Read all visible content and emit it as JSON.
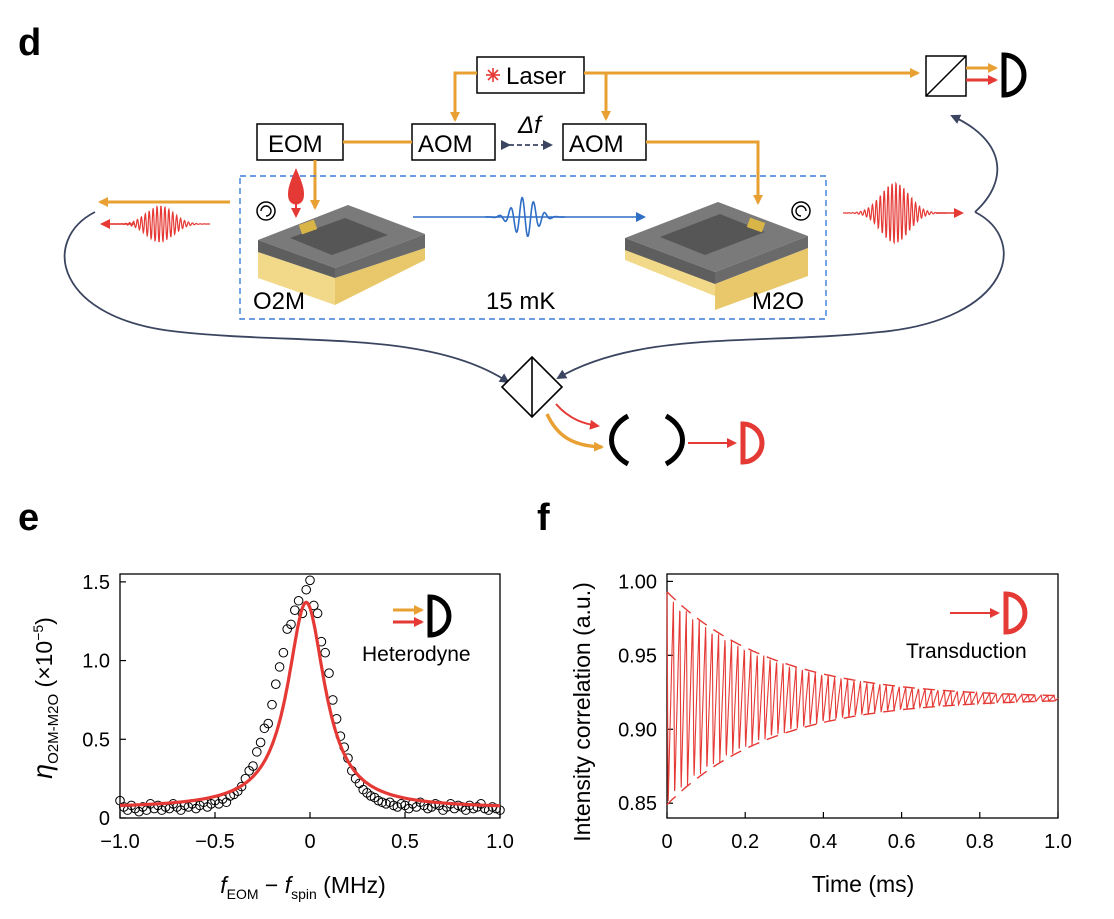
{
  "panel_labels": {
    "d": "d",
    "e": "e",
    "f": "f"
  },
  "diagram": {
    "laser": "Laser",
    "eom": "EOM",
    "aom_left": "AOM",
    "aom_right": "AOM",
    "delta_f": "Δf",
    "o2m": "O2M",
    "temperature": "15 mK",
    "m2o": "M2O"
  },
  "colors": {
    "orange": "#E8A033",
    "red": "#E53935",
    "blue": "#2F6EC5",
    "dark": "#3B4560",
    "chip_top": "#6E6E6E",
    "chip_side": "#F2D98A"
  },
  "chart_data": [
    {
      "type": "scatter",
      "panel": "e",
      "xlabel_main": "f",
      "xlabel_sub1": "EOM",
      "xlabel_mid": " − ",
      "xlabel_main2": "f",
      "xlabel_sub2": "spin",
      "xlabel_unit": " (MHz)",
      "ylabel_main": "η",
      "ylabel_sub": "O2M-M2O",
      "ylabel_unit": " (×10",
      "ylabel_exp": "−5",
      "ylabel_close": ")",
      "legend_label": "Heterodyne",
      "xlim": [
        -1.0,
        1.0
      ],
      "ylim": [
        0,
        1.55
      ],
      "xticks": [
        "−1.0",
        "−0.5",
        "0",
        "0.5",
        "1.0"
      ],
      "xtick_values": [
        -1.0,
        -0.5,
        0,
        0.5,
        1.0
      ],
      "yticks": [
        "0",
        "0.5",
        "1.0",
        "1.5"
      ],
      "ytick_values": [
        0,
        0.5,
        1.0,
        1.5
      ],
      "fit": {
        "kind": "lorentzian",
        "center": -0.02,
        "amplitude": 1.31,
        "hwhm": 0.12,
        "offset": 0.06
      },
      "series": [
        {
          "style": "markers",
          "marker": "open-circle",
          "color": "#000000",
          "x": [
            -1.0,
            -0.98,
            -0.96,
            -0.94,
            -0.92,
            -0.9,
            -0.88,
            -0.86,
            -0.84,
            -0.82,
            -0.8,
            -0.78,
            -0.76,
            -0.74,
            -0.72,
            -0.7,
            -0.68,
            -0.66,
            -0.64,
            -0.62,
            -0.6,
            -0.58,
            -0.56,
            -0.54,
            -0.52,
            -0.5,
            -0.48,
            -0.46,
            -0.44,
            -0.42,
            -0.4,
            -0.38,
            -0.36,
            -0.34,
            -0.32,
            -0.3,
            -0.28,
            -0.26,
            -0.24,
            -0.22,
            -0.2,
            -0.18,
            -0.16,
            -0.14,
            -0.12,
            -0.1,
            -0.08,
            -0.06,
            -0.04,
            -0.02,
            0.0,
            0.02,
            0.04,
            0.06,
            0.08,
            0.1,
            0.12,
            0.14,
            0.16,
            0.18,
            0.2,
            0.22,
            0.24,
            0.26,
            0.28,
            0.3,
            0.32,
            0.34,
            0.36,
            0.38,
            0.4,
            0.42,
            0.44,
            0.46,
            0.48,
            0.5,
            0.52,
            0.54,
            0.56,
            0.58,
            0.6,
            0.62,
            0.64,
            0.66,
            0.68,
            0.7,
            0.72,
            0.74,
            0.76,
            0.78,
            0.8,
            0.82,
            0.84,
            0.86,
            0.88,
            0.9,
            0.92,
            0.94,
            0.96,
            0.98,
            1.0
          ],
          "y": [
            0.11,
            0.07,
            0.05,
            0.08,
            0.06,
            0.04,
            0.07,
            0.05,
            0.09,
            0.06,
            0.08,
            0.05,
            0.07,
            0.06,
            0.09,
            0.07,
            0.05,
            0.08,
            0.07,
            0.09,
            0.06,
            0.08,
            0.1,
            0.07,
            0.09,
            0.11,
            0.09,
            0.12,
            0.1,
            0.14,
            0.15,
            0.17,
            0.2,
            0.25,
            0.3,
            0.33,
            0.42,
            0.48,
            0.57,
            0.6,
            0.72,
            0.85,
            0.96,
            1.05,
            1.2,
            1.23,
            1.32,
            1.38,
            1.3,
            1.45,
            1.51,
            1.35,
            1.3,
            1.12,
            1.05,
            0.92,
            0.75,
            0.63,
            0.52,
            0.45,
            0.38,
            0.3,
            0.25,
            0.22,
            0.18,
            0.16,
            0.14,
            0.13,
            0.11,
            0.1,
            0.09,
            0.1,
            0.08,
            0.07,
            0.09,
            0.08,
            0.06,
            0.09,
            0.07,
            0.1,
            0.08,
            0.06,
            0.07,
            0.09,
            0.08,
            0.05,
            0.07,
            0.09,
            0.06,
            0.08,
            0.07,
            0.05,
            0.08,
            0.06,
            0.07,
            0.09,
            0.06,
            0.05,
            0.07,
            0.06,
            0.05
          ]
        }
      ]
    },
    {
      "type": "line",
      "panel": "f",
      "xlabel": "Time (ms)",
      "ylabel": "Intensity correlation (a.u.)",
      "legend_label": "Transduction",
      "xlim": [
        0,
        1.0
      ],
      "ylim": [
        0.84,
        1.005
      ],
      "xticks": [
        "0",
        "0.2",
        "0.4",
        "0.6",
        "0.8",
        "1.0"
      ],
      "xtick_values": [
        0,
        0.2,
        0.4,
        0.6,
        0.8,
        1.0
      ],
      "yticks": [
        "0.85",
        "0.90",
        "0.95",
        "1.00"
      ],
      "ytick_values": [
        0.85,
        0.9,
        0.95,
        1.0
      ],
      "signal": {
        "kind": "sawtooth-decay",
        "baseline": 0.921,
        "amplitude": 0.072,
        "decay_ms": 0.27,
        "period_ms": 0.0165
      },
      "envelope": {
        "style": "dashed",
        "upper_start": 0.993,
        "lower_start": 0.849
      }
    }
  ]
}
